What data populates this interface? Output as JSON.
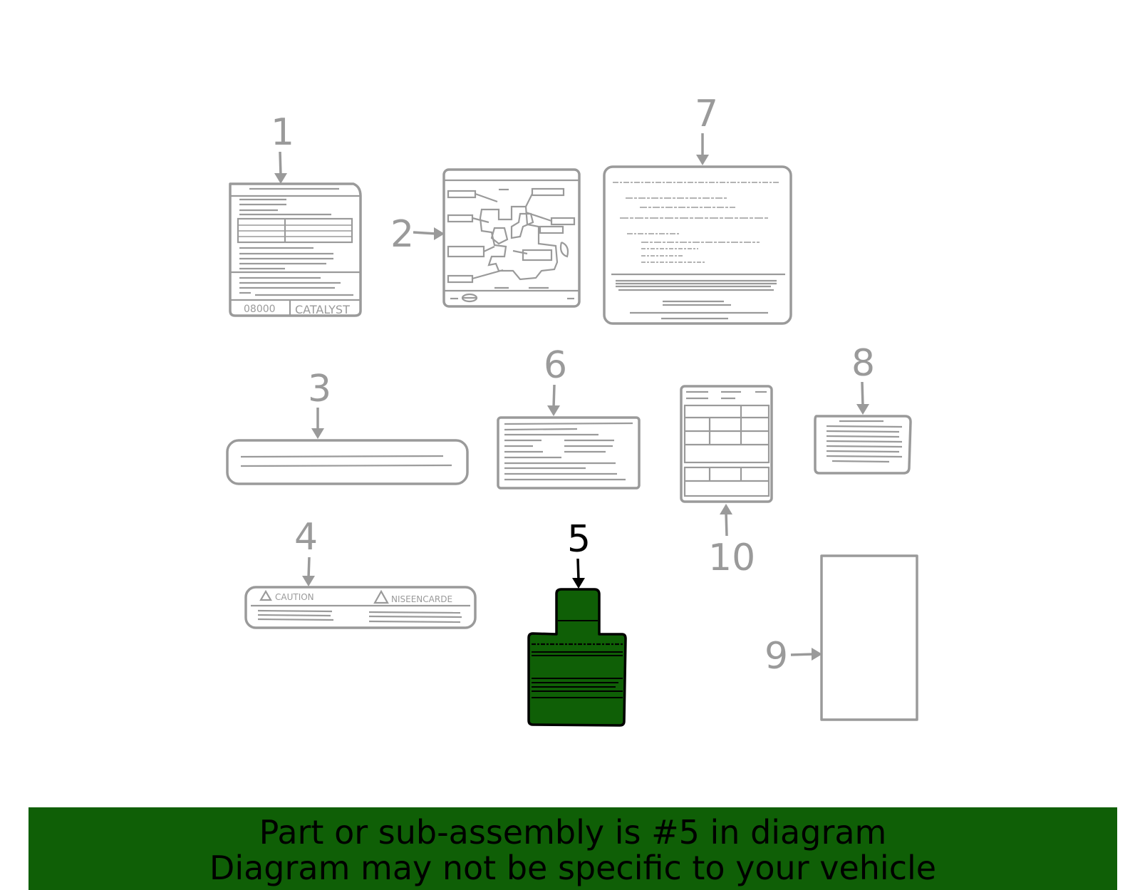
{
  "diagram": {
    "highlight_color": "#0f5f06",
    "neutral_color": "#9a9a9a",
    "callouts": [
      "1",
      "2",
      "3",
      "4",
      "5",
      "6",
      "7",
      "8",
      "9",
      "10"
    ],
    "highlighted_callout": "5",
    "label_texts": {
      "label_1_left": "08000",
      "label_1_right": "CATALYST",
      "label_4_left": "CAUTION",
      "label_4_right": "NISEENCARDE"
    }
  },
  "banner": {
    "line1": "Part or sub-assembly is #5 in diagram",
    "line2": "Diagram may not be specific to your vehicle",
    "background": "#0f5f06"
  }
}
